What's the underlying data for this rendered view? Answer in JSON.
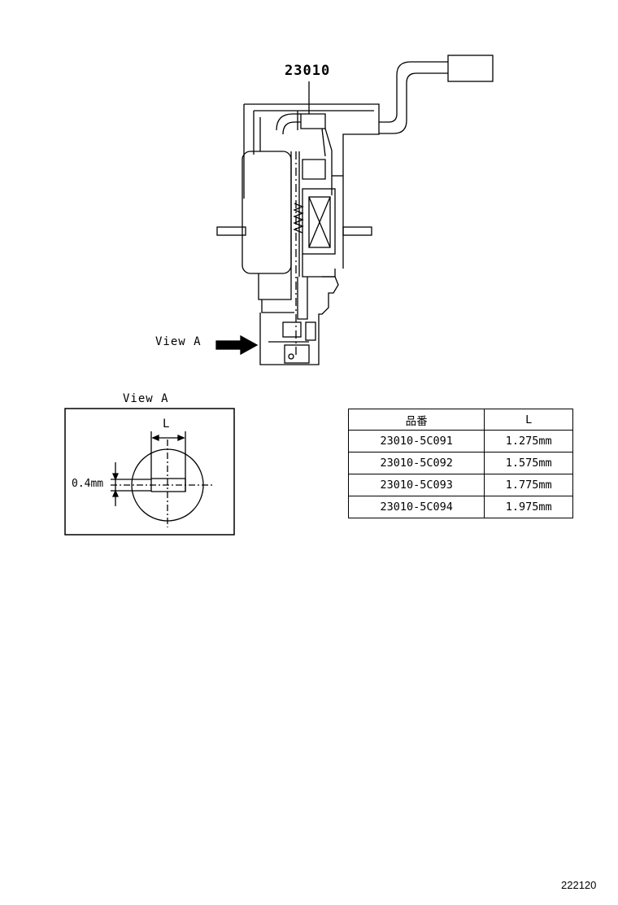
{
  "figure": {
    "part_number": "23010",
    "view_arrow_label": "View A",
    "view_box_title": "View A",
    "dimension_L": "L",
    "dimension_gap": "0.4mm"
  },
  "table": {
    "headers": [
      "品番",
      "L"
    ],
    "rows": [
      [
        "23010-5C091",
        "1.275mm"
      ],
      [
        "23010-5C092",
        "1.575mm"
      ],
      [
        "23010-5C093",
        "1.775mm"
      ],
      [
        "23010-5C094",
        "1.975mm"
      ]
    ]
  },
  "reference_code": "222120"
}
